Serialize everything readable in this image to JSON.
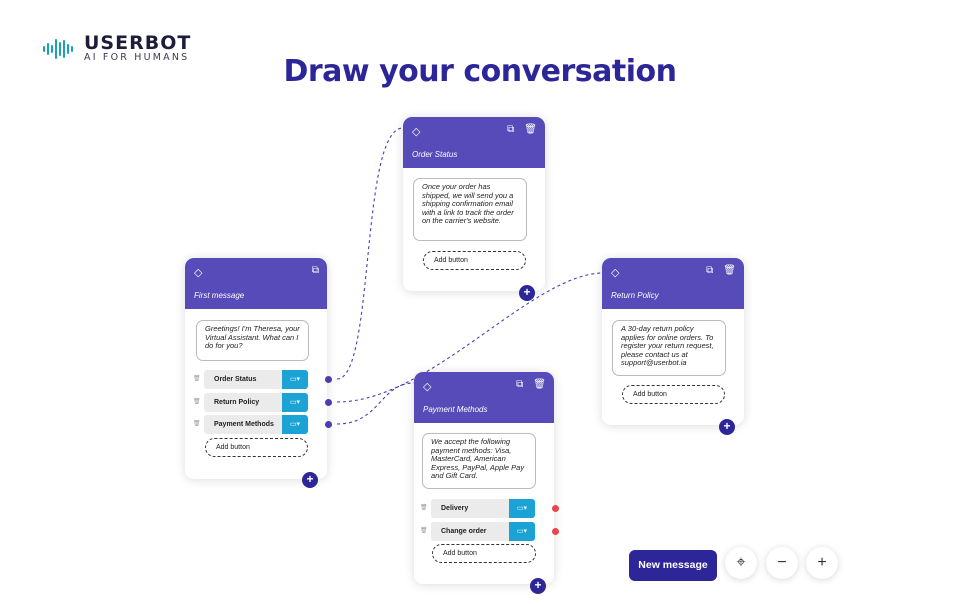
{
  "brand": {
    "name": "USERBOT",
    "tagline": "AI FOR HUMANS"
  },
  "page_title": "Draw your conversation",
  "icons": {
    "move": "◇",
    "copy": "⧉",
    "trash": "🗑",
    "chat": "▭▾",
    "plus": "+",
    "target": "⌖",
    "zoom_out": "−",
    "zoom_in": "+"
  },
  "cards": {
    "first": {
      "title": "First message",
      "message": "Greetings! I'm Theresa, your Virtual Assistant. What can I do for you?",
      "options": [
        "Order Status",
        "Return Policy",
        "Payment Methods"
      ],
      "add_button": "Add button"
    },
    "order_status": {
      "title": "Order Status",
      "message": "Once your order has shipped, we will send you a shipping confirmation email with a link to track the order on the carrier's website.",
      "add_button": "Add button"
    },
    "return_policy": {
      "title": "Return Policy",
      "message": "A 30-day return policy applies for online orders. To register your return request, please contact us at support@userbot.ia",
      "add_button": "Add button"
    },
    "payment_methods": {
      "title": "Payment Methods",
      "message": "We accept the following payment methods: Visa, MasterCard, American Express, PayPal, Apple Pay and Gift Card.",
      "options": [
        "Delivery",
        "Change order"
      ],
      "add_button": "Add button"
    }
  },
  "toolbar": {
    "new_message": "New message"
  },
  "colors": {
    "header": "#574ab9",
    "accent": "#2d2699",
    "option_select": "#1aa3d4",
    "connected_dot": "#4a3fb0",
    "unconnected_dot": "#e5484d"
  }
}
